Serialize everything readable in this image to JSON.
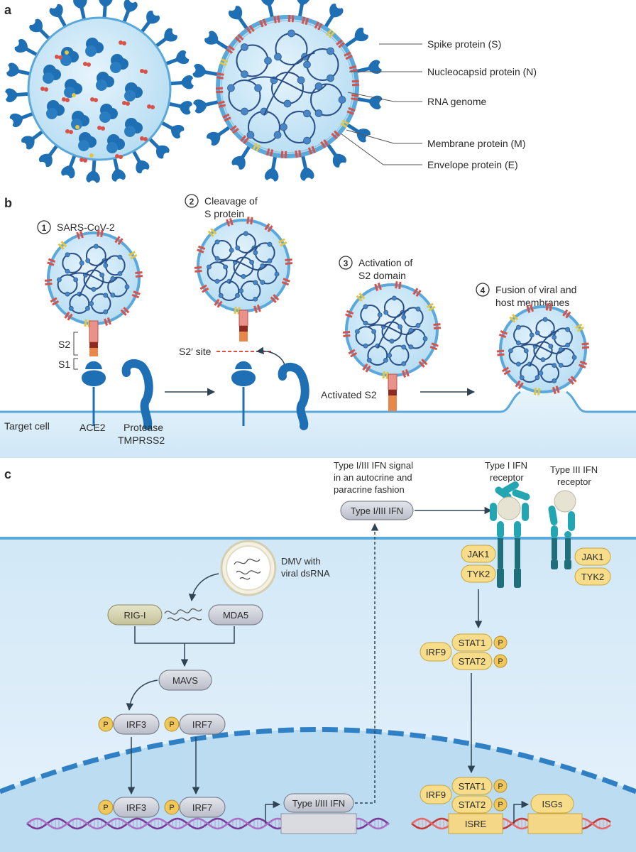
{
  "panels": {
    "a": "a",
    "b": "b",
    "c": "c"
  },
  "panel_a": {
    "labels": {
      "spike": "Spike protein (S)",
      "nucleocapsid": "Nucleocapsid protein (N)",
      "rna": "RNA genome",
      "membrane": "Membrane protein (M)",
      "envelope": "Envelope protein (E)"
    }
  },
  "panel_b": {
    "steps": [
      {
        "num": "1",
        "lines": [
          "SARS-CoV-2"
        ]
      },
      {
        "num": "2",
        "lines": [
          "Cleavage of",
          "S protein"
        ]
      },
      {
        "num": "3",
        "lines": [
          "Activation of",
          "S2 domain"
        ]
      },
      {
        "num": "4",
        "lines": [
          "Fusion of viral and",
          "host membranes"
        ]
      }
    ],
    "labels": {
      "s2": "S2",
      "s1": "S1",
      "s2_site": "S2′ site",
      "activated_s2": "Activated S2",
      "target_cell": "Target cell",
      "ace2": "ACE2",
      "protease": "Protease",
      "tmprss2": "TMPRSS2"
    }
  },
  "panel_c": {
    "ifn_signal": [
      "Type I/III IFN signal",
      "in an autocrine and",
      "paracrine fashion"
    ],
    "ifn_pill": "Type I/III IFN",
    "type1_receptor": [
      "Type I IFN",
      "receptor"
    ],
    "type3_receptor": [
      "Type III IFN",
      "receptor"
    ],
    "dmv": [
      "DMV with",
      "viral dsRNA"
    ],
    "rig_i": "RIG-I",
    "mda5": "MDA5",
    "mavs": "MAVS",
    "irf3": "IRF3",
    "irf7": "IRF7",
    "p": "P",
    "jak1": "JAK1",
    "tyk2": "TYK2",
    "stat1": "STAT1",
    "stat2": "STAT2",
    "irf9": "IRF9",
    "gene_ifn": "Type I/III IFN",
    "isre": "ISRE",
    "isgs": "ISGs"
  },
  "colors": {
    "spike_blue": "#1f6fb5",
    "virion_fill": "#c4e3f5",
    "envelope_line": "#5aa9da",
    "m_protein": "#d9524a",
    "e_protein": "#e3c545",
    "cell_fill": "#d7ecf9",
    "receptor_teal": "#23a6b1",
    "receptor_dark": "#1f6f7a",
    "phospho": "#f0c75a",
    "jak_fill": "#f7dc8a"
  }
}
